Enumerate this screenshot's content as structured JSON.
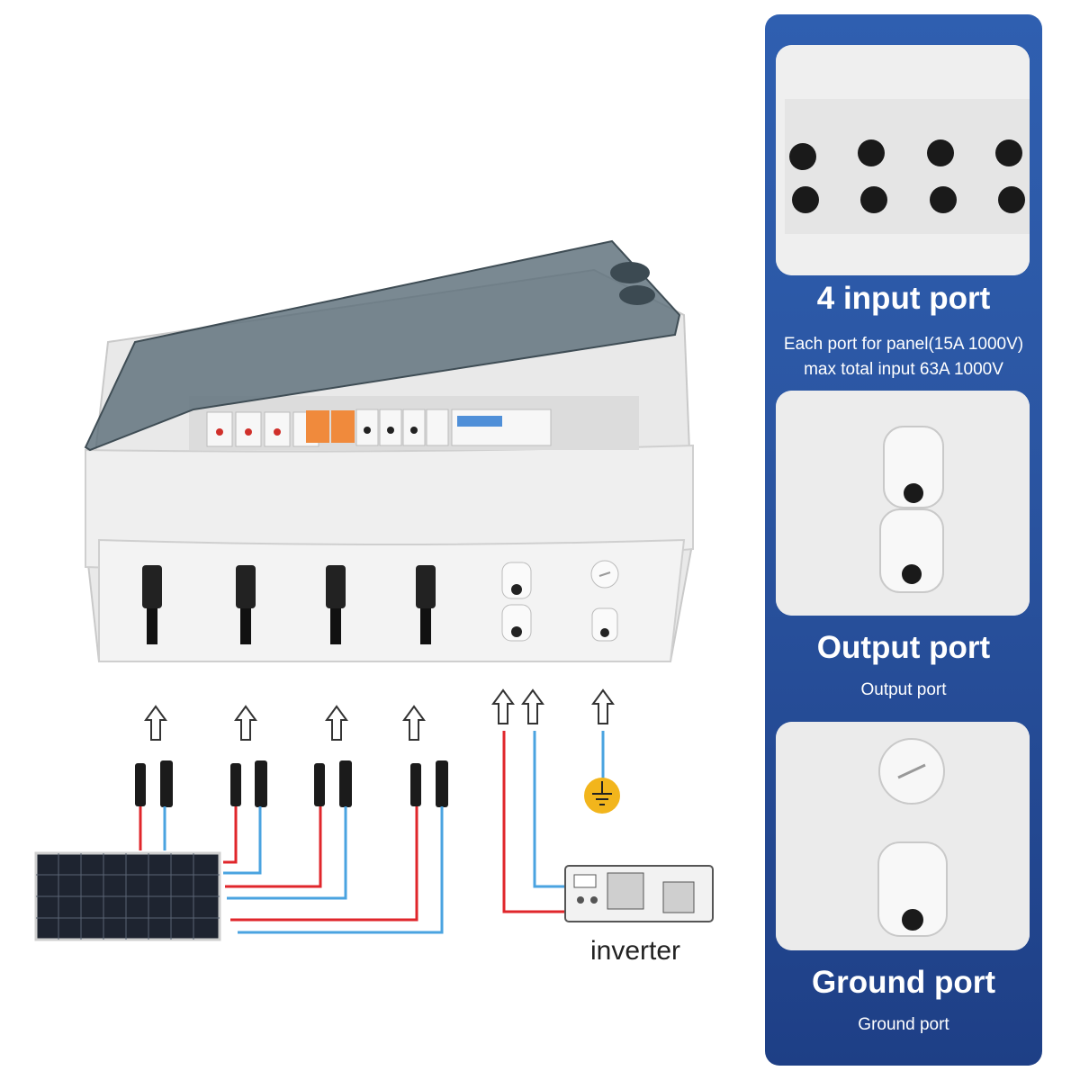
{
  "diagram_labels": {
    "inverter": "inverter"
  },
  "panels": [
    {
      "title": "4 input port",
      "subtitle_lines": [
        "Each port for panel(15A 1000V)",
        "max total input 63A 1000V"
      ]
    },
    {
      "title": "Output port",
      "subtitle_lines": [
        "Output port"
      ]
    },
    {
      "title": "Ground port",
      "subtitle_lines": [
        "Ground port"
      ]
    }
  ],
  "colors": {
    "panel_blue": "#2b56a3",
    "positive_wire": "#e0262b",
    "negative_wire": "#4aa3e0",
    "ground_symbol": "#f2b51c"
  }
}
